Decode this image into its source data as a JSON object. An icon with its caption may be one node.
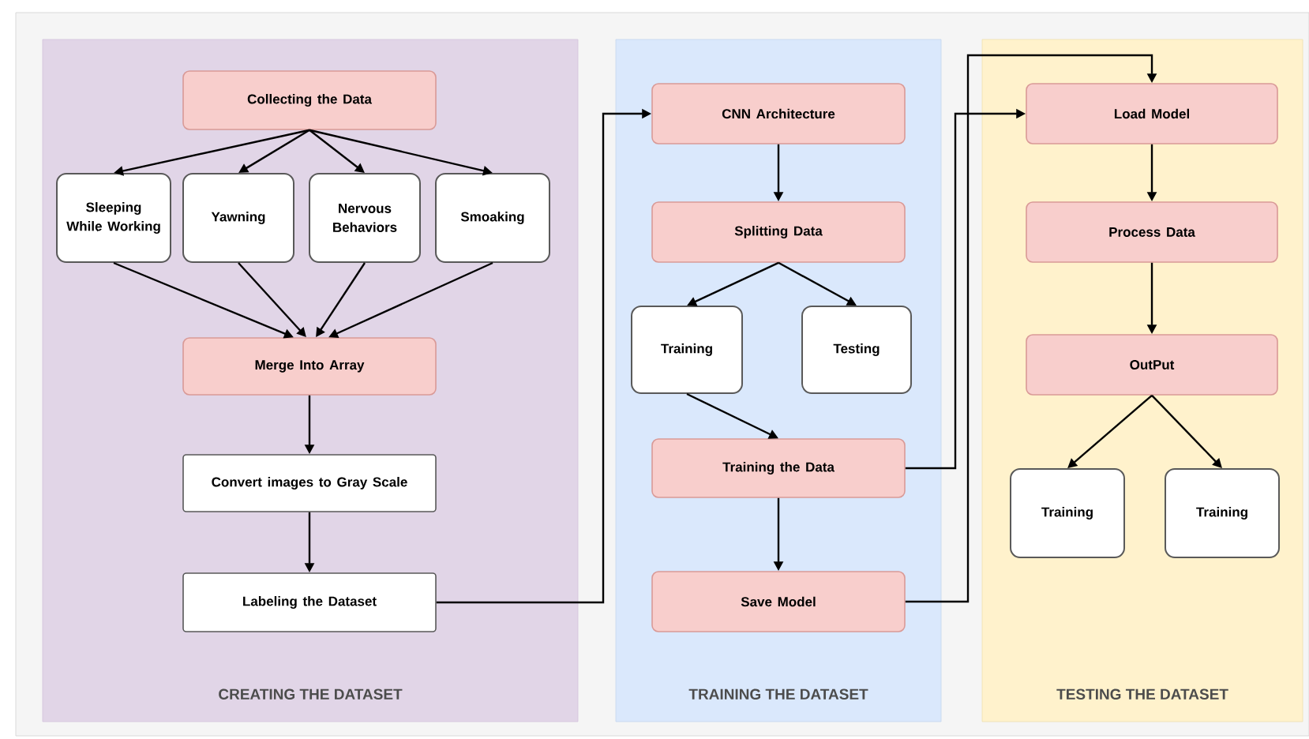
{
  "diagram": {
    "nodes": [
      {
        "text": [
          "CREATING THE DATASET"
        ]
      },
      {
        "text": [
          "TRAINING THE DATASET"
        ]
      },
      {
        "text": [
          "TESTING THE DATASET"
        ]
      },
      {
        "text": [
          "Collecting the Data"
        ],
        "in": 0
      },
      {
        "text": [
          "Sleeping While Working"
        ],
        "in": 0
      },
      {
        "text": [
          "Yawning"
        ],
        "in": 0
      },
      {
        "text": [
          "Nervous Behaviors"
        ],
        "in": 0
      },
      {
        "text": [
          "Smoaking"
        ],
        "in": 0
      },
      {
        "text": [
          "Merge Into Array"
        ],
        "in": 0
      },
      {
        "text": [
          "Convert images to Gray Scale"
        ],
        "in": 0
      },
      {
        "text": [
          "Labeling the Dataset"
        ],
        "in": 0
      },
      {
        "text": [
          "CNN Architecture"
        ],
        "in": 1
      },
      {
        "text": [
          "Splitting Data"
        ],
        "in": 1
      },
      {
        "text": [
          "Training"
        ],
        "in": 1
      },
      {
        "text": [
          "Testing"
        ],
        "in": 1
      },
      {
        "text": [
          "Training the Data"
        ],
        "in": 1
      },
      {
        "text": [
          "Save Model"
        ],
        "in": 1
      },
      {
        "text": [
          "Load Model"
        ],
        "in": 2
      },
      {
        "text": [
          "Process Data"
        ],
        "in": 2
      },
      {
        "text": [
          "OutPut"
        ],
        "in": 2
      },
      {
        "text": [
          "Training"
        ],
        "in": 2
      },
      {
        "text": [
          "Training"
        ],
        "in": 2
      }
    ],
    "edges": [
      {
        "from": 3,
        "to": 4,
        "arrow": "to"
      },
      {
        "from": 3,
        "to": 5,
        "arrow": "to"
      },
      {
        "from": 3,
        "to": 6,
        "arrow": "to"
      },
      {
        "from": 3,
        "to": 7,
        "arrow": "to"
      },
      {
        "from": 4,
        "to": 8,
        "arrow": "to"
      },
      {
        "from": 5,
        "to": 8,
        "arrow": "to"
      },
      {
        "from": 6,
        "to": 8,
        "arrow": "to"
      },
      {
        "from": 7,
        "to": 8,
        "arrow": "to"
      },
      {
        "from": 8,
        "to": 9,
        "arrow": "to"
      },
      {
        "from": 9,
        "to": 10,
        "arrow": "to"
      },
      {
        "from": 10,
        "to": 11,
        "arrow": "to"
      },
      {
        "from": 11,
        "to": 12,
        "arrow": "to"
      },
      {
        "from": 12,
        "to": 13,
        "arrow": "to"
      },
      {
        "from": 12,
        "to": 14,
        "arrow": "to"
      },
      {
        "from": 13,
        "to": 15,
        "arrow": "to"
      },
      {
        "from": 15,
        "to": 16,
        "arrow": "to"
      },
      {
        "from": 15,
        "to": 17,
        "arrow": "to"
      },
      {
        "from": 16,
        "to": 17,
        "arrow": "to"
      },
      {
        "from": 17,
        "to": 18,
        "arrow": "to"
      },
      {
        "from": 18,
        "to": 19,
        "arrow": "to"
      },
      {
        "from": 19,
        "to": 20,
        "arrow": "to"
      },
      {
        "from": 19,
        "to": 21,
        "arrow": "to"
      }
    ]
  }
}
